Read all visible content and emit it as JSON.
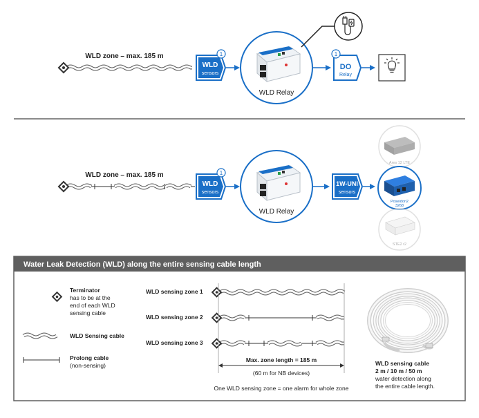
{
  "top_diagram": {
    "zone_label": "WLD zone – max. 185 m",
    "wld_badge": {
      "line1": "WLD",
      "line2": "sensors",
      "number": "1"
    },
    "relay_label": "WLD Relay",
    "do_badge": {
      "line1": "DO",
      "line2": "Relay",
      "number": "1"
    }
  },
  "middle_diagram": {
    "zone_label": "WLD zone – max. 185 m",
    "wld_badge": {
      "line1": "WLD",
      "line2": "sensors",
      "number": "1"
    },
    "relay_label": "WLD Relay",
    "uni_badge": {
      "line1": "1W-UNI",
      "line2": "sensors"
    },
    "devices": [
      {
        "label": "Ares 12 LTE"
      },
      {
        "label": "Poseidon2\n3268"
      },
      {
        "label": "STE2 r2"
      }
    ]
  },
  "legend": {
    "title": "Water Leak Detection (WLD) along the entire sensing cable length",
    "terminator": {
      "title": "Terminator",
      "desc": [
        "has to be at the",
        "end of each WLD",
        "sensing cable"
      ]
    },
    "sensing_cable": "WLD Sensing cable",
    "prolong_cable": {
      "title": "Prolong cable",
      "desc": "(non-sensing)"
    },
    "zones": [
      "WLD sensing zone 1",
      "WLD sensing zone 2",
      "WLD sensing zone 3"
    ],
    "max_length": "Max. zone length = 185 m",
    "nb_note": "(60 m for NB devices)",
    "footnote": "One WLD sensing zone = one alarm for whole zone",
    "cable_product": {
      "title": "WLD sensing cable",
      "lengths": "2 m / 10 m / 50 m",
      "desc": [
        "water detection along",
        "the entire cable length."
      ]
    }
  },
  "colors": {
    "accent": "#1a6fc7",
    "legend_header": "#5f5f5f",
    "cable": "#7f7f7f"
  }
}
